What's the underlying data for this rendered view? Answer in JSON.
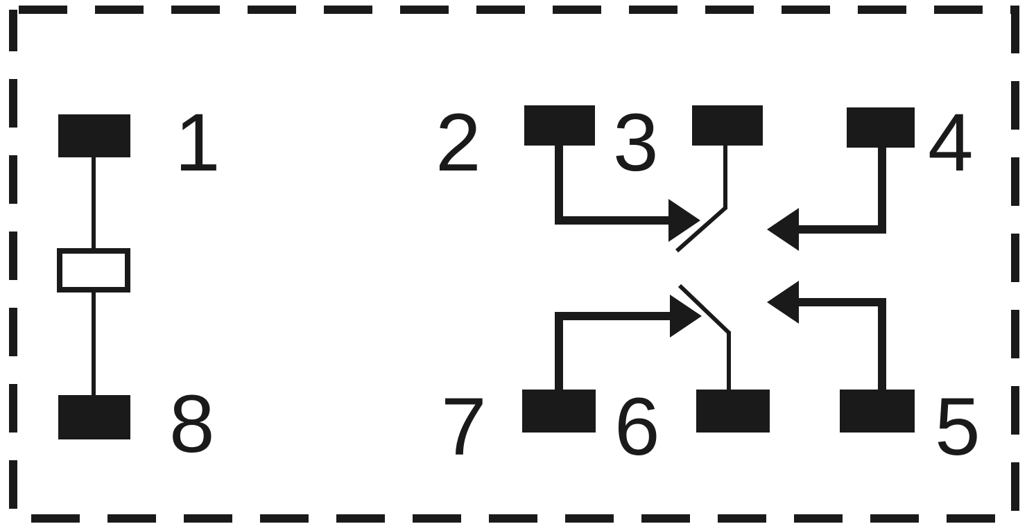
{
  "diagram": {
    "colors": {
      "ink": "#1a1a1a",
      "background": "#ffffff"
    },
    "pins": {
      "p1": "1",
      "p2": "2",
      "p3": "3",
      "p4": "4",
      "p5": "5",
      "p6": "6",
      "p7": "7",
      "p8": "8"
    }
  }
}
